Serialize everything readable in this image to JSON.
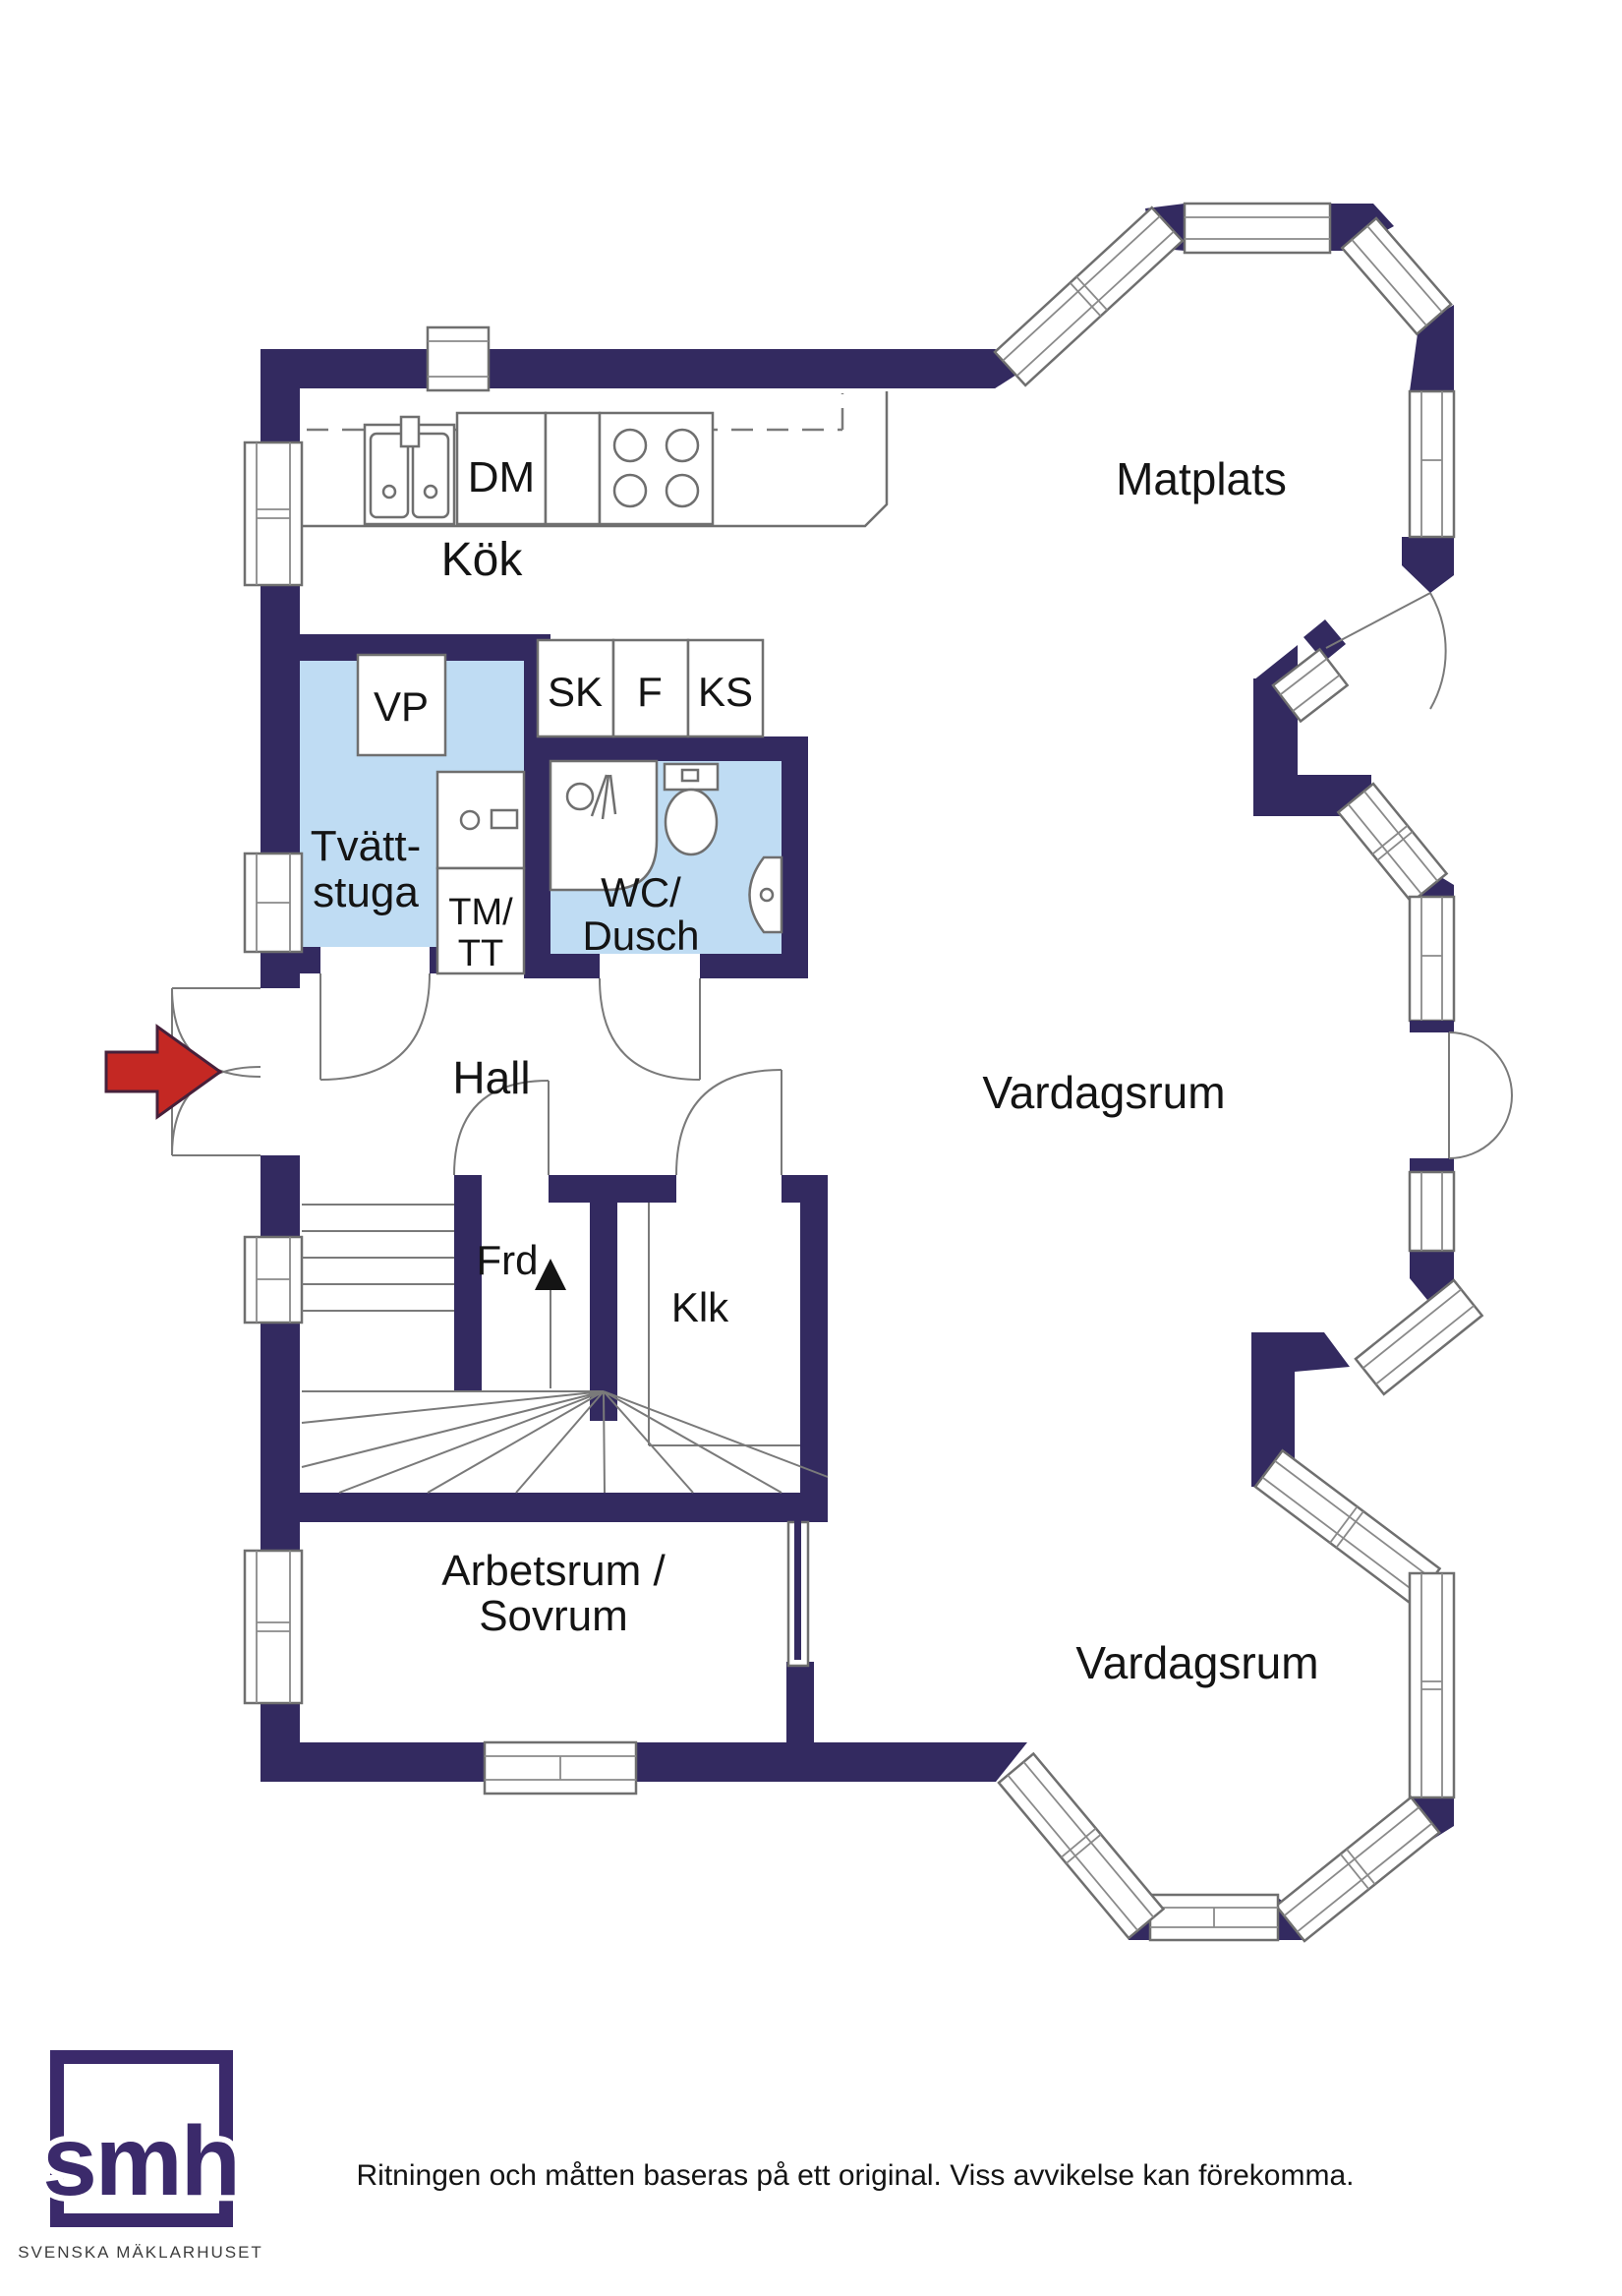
{
  "title": "Floor plan",
  "colors": {
    "wall": "#332a60",
    "room_highlight": "#bfdcf3",
    "fixture_line": "#6f6f6f",
    "entry_arrow_red": "#c42823",
    "text": "#141414",
    "logo_purple": "#3b2a6b"
  },
  "labels": {
    "kok": "Kök",
    "dm": "DM",
    "matplats": "Matplats",
    "vp": "VP",
    "sk": "SK",
    "f": "F",
    "ks": "KS",
    "tvatt_line1": "Tvätt-",
    "tvatt_line2": "stuga",
    "tmtt_line1": "TM/",
    "tmtt_line2": "TT",
    "wc_line1": "WC/",
    "wc_line2": "Dusch",
    "hall": "Hall",
    "vardagsrum_mid": "Vardagsrum",
    "frd": "Frd",
    "klk": "Klk",
    "arbetsrum_line1": "Arbetsrum /",
    "arbetsrum_line2": "Sovrum",
    "vardagsrum_bottom": "Vardagsrum"
  },
  "footer": {
    "logo_text": "smh",
    "logo_subtext": "SVENSKA MÄKLARHUSET",
    "disclaimer": "Ritningen och måtten baseras på ett original. Viss avvikelse kan förekomma."
  }
}
